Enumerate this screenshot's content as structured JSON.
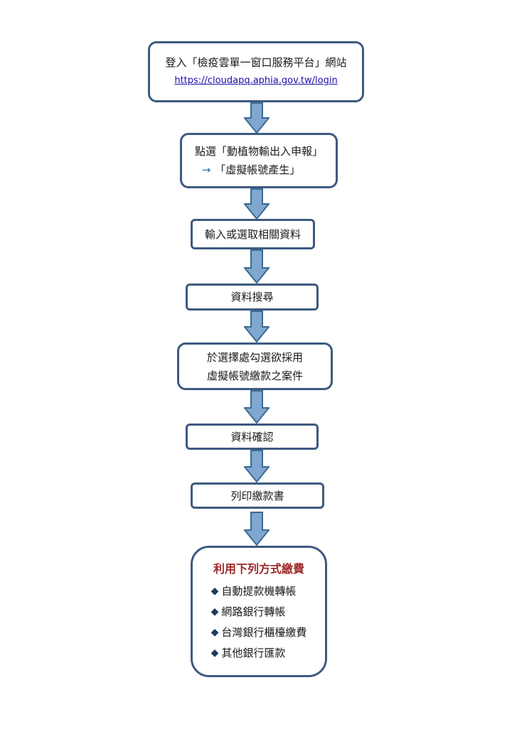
{
  "steps": {
    "s1": {
      "line1": "登入「檢疫雲單一窗口服務平台」網站",
      "url": "https://cloudapq.aphia.gov.tw/login"
    },
    "s2": {
      "line1": "點選「動植物輸出入申報」",
      "arrow": "→",
      "line2": "「虛擬帳號產生」"
    },
    "s3": {
      "text": "輸入或選取相關資料"
    },
    "s4": {
      "text": "資料搜尋"
    },
    "s5": {
      "line1": "於選擇處勾選欲採用",
      "line2": "虛擬帳號繳款之案件"
    },
    "s6": {
      "text": "資料確認"
    },
    "s7": {
      "text": "列印繳款書"
    }
  },
  "payment": {
    "title": "利用下列方式繳費",
    "bullet": "◆",
    "items": [
      "自動提款機轉帳",
      "網路銀行轉帳",
      "台灣銀行櫃檯繳費",
      "其他銀行匯款"
    ]
  },
  "colors": {
    "border": "#3d5a80",
    "arrow_fill": "#7fa7d0",
    "arrow_stroke": "#3d6a93",
    "title_red": "#9e2a2b"
  }
}
